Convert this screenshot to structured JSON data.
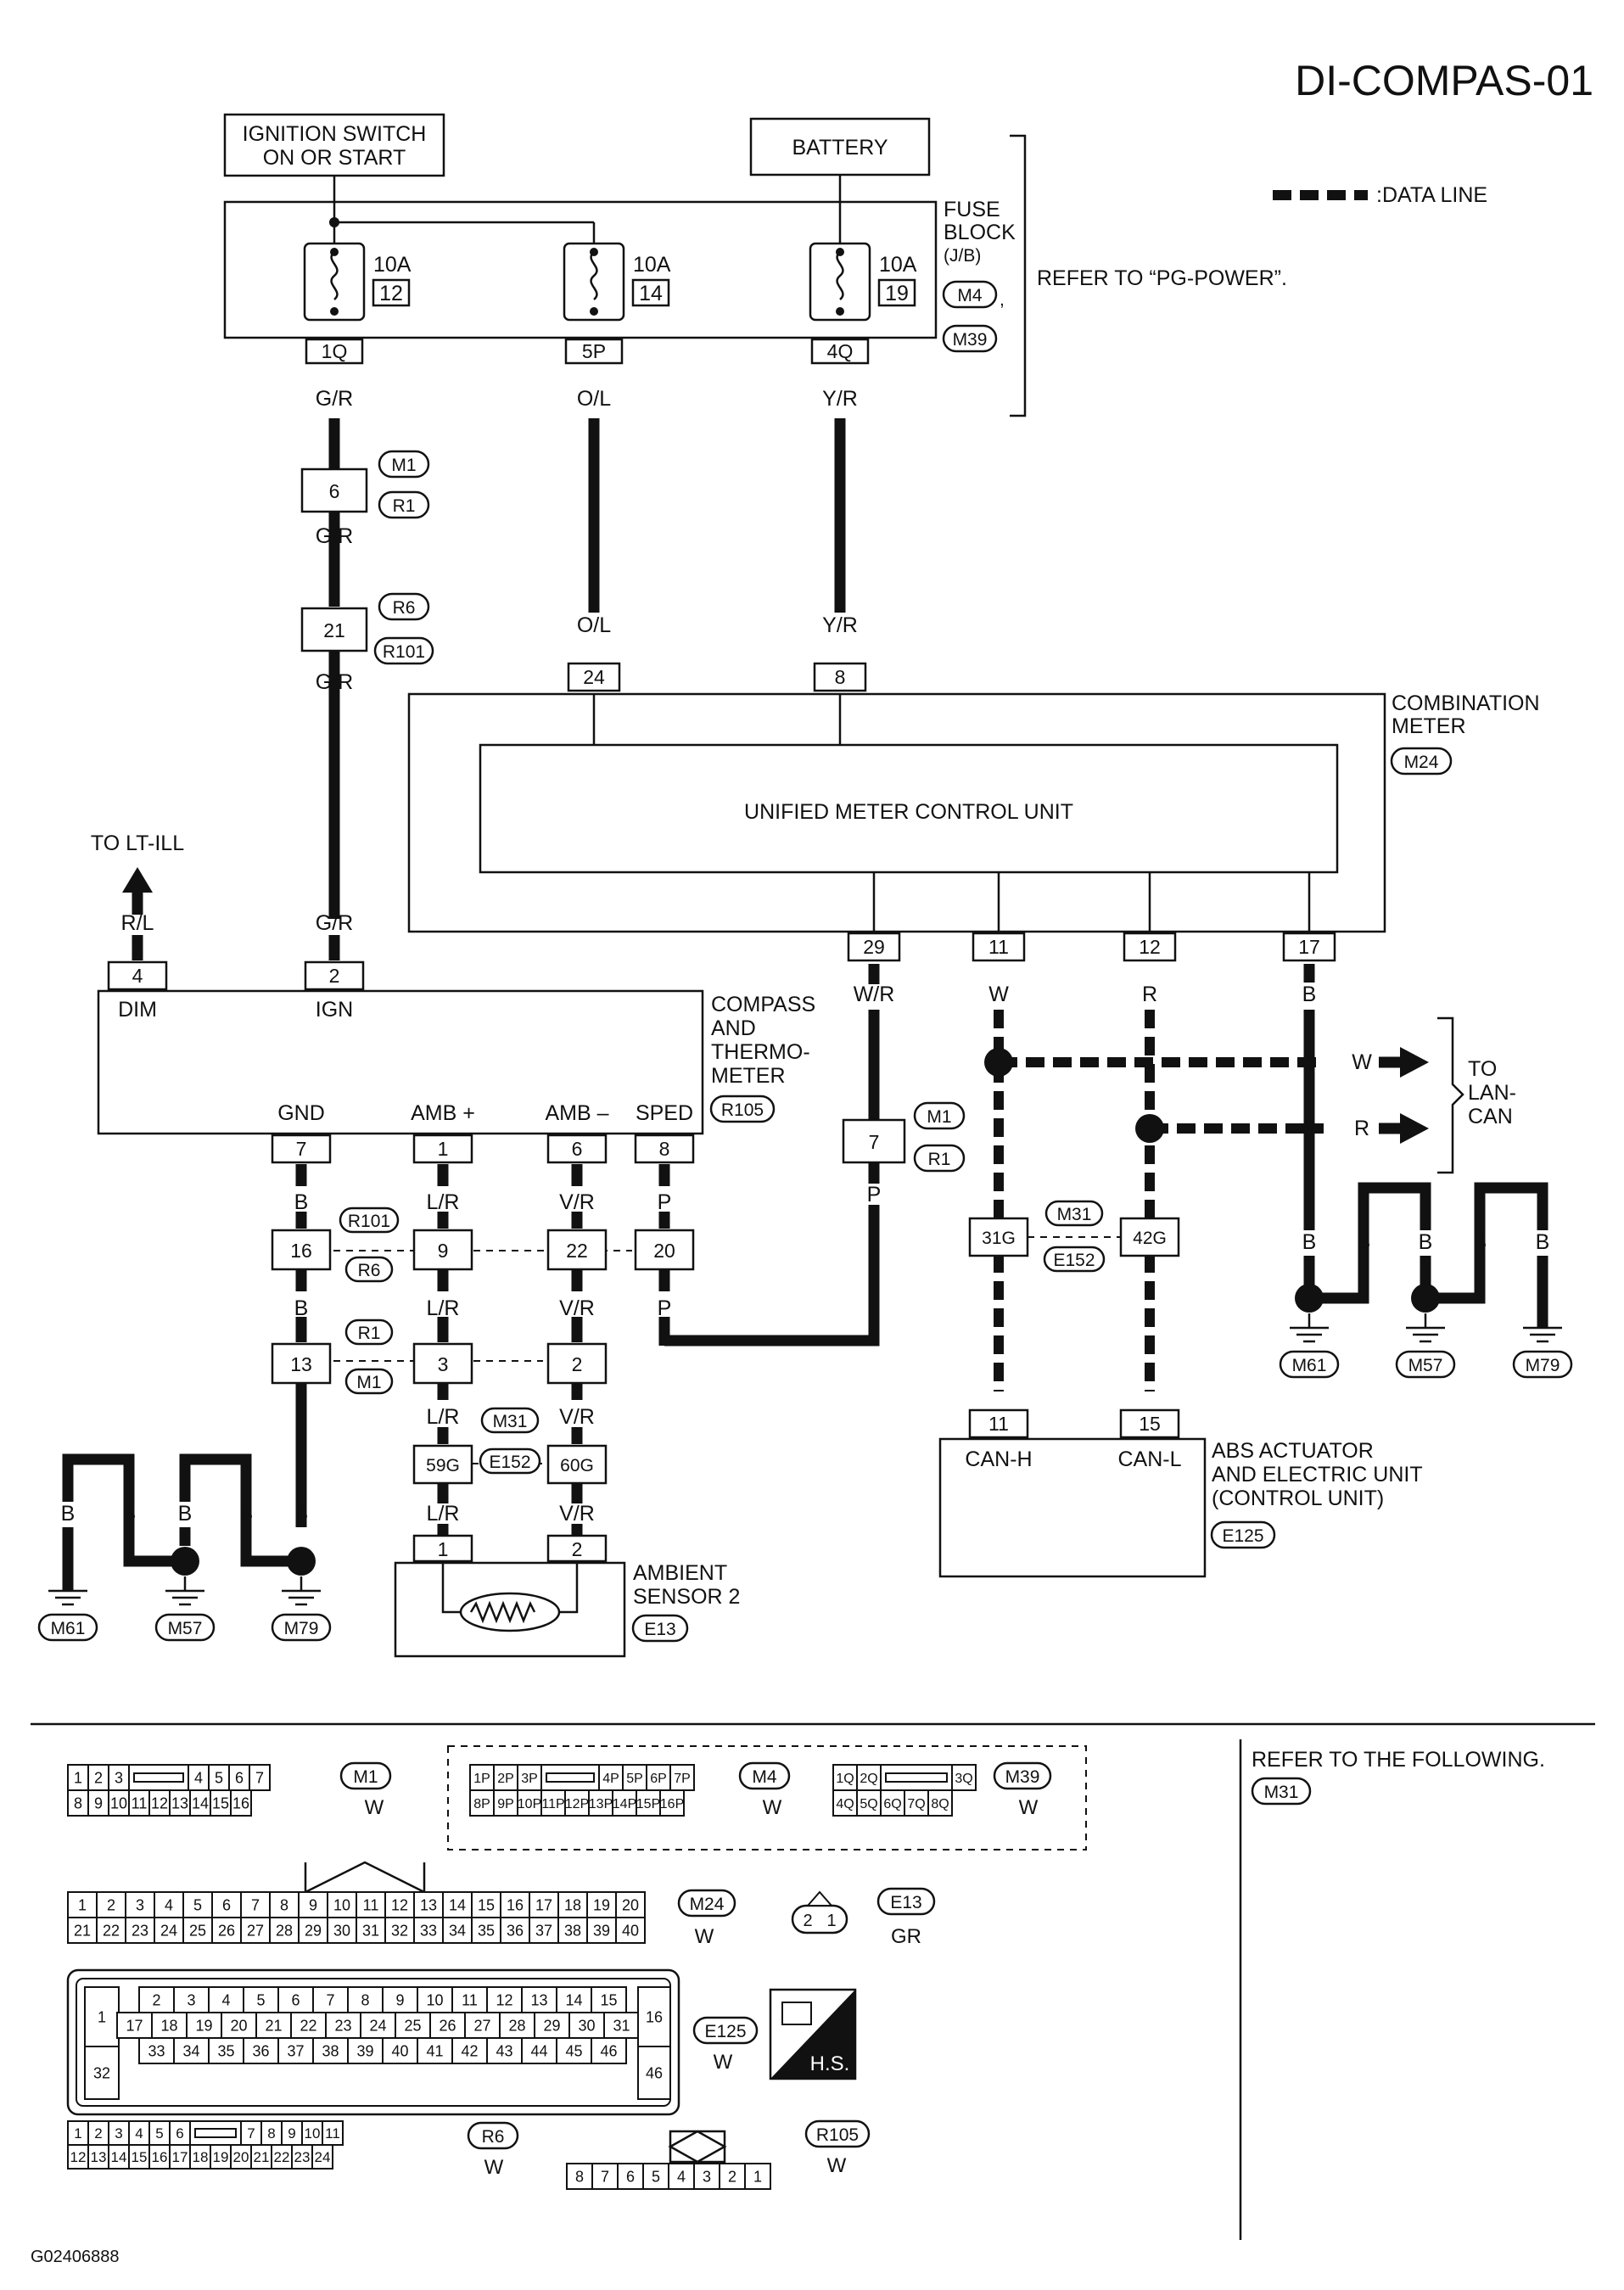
{
  "page_code": "DI-COMPAS-01",
  "figure_id": "G02406888",
  "legend": {
    "data_line": ":DATA LINE"
  },
  "sources": {
    "ignition": [
      "IGNITION SWITCH",
      "ON OR START"
    ],
    "battery": "BATTERY"
  },
  "fuse_block": {
    "label": [
      "FUSE",
      "BLOCK",
      "(J/B)"
    ],
    "refer": "REFER TO “PG-POWER”.",
    "connectors": [
      "M4",
      "M39"
    ],
    "fuses": [
      {
        "amps": "10A",
        "num": "12",
        "pin": "1Q",
        "wire": "G/R"
      },
      {
        "amps": "10A",
        "num": "14",
        "pin": "5P",
        "wire": "O/L"
      },
      {
        "amps": "10A",
        "num": "19",
        "pin": "4Q",
        "wire": "Y/R"
      }
    ]
  },
  "combination_meter": {
    "label": [
      "COMBINATION",
      "METER"
    ],
    "connector": "M24",
    "inner": "UNIFIED METER CONTROL UNIT",
    "top_pins": [
      "24",
      "8"
    ],
    "top_wires": [
      "O/L",
      "Y/R"
    ],
    "bottom_pins": [
      "29",
      "11",
      "12",
      "17"
    ],
    "bottom_wires": [
      "W/R",
      "W",
      "R",
      "B"
    ]
  },
  "compass": {
    "label": [
      "COMPASS",
      "AND",
      "THERMO-",
      "METER"
    ],
    "connector": "R105",
    "top_pins": [
      "4",
      "2"
    ],
    "top_terms": [
      "DIM",
      "IGN"
    ],
    "top_wires": [
      "R/L",
      "G/R"
    ],
    "to_lt_ill": "TO LT-ILL",
    "bottom_terms": [
      "GND",
      "AMB +",
      "AMB –",
      "SPED"
    ],
    "bottom_pins": [
      "7",
      "1",
      "6",
      "8"
    ]
  },
  "ign_path": {
    "joints": [
      {
        "pin": "6",
        "connectors": [
          "M1",
          "R1"
        ]
      },
      {
        "pin": "21",
        "connectors": [
          "R6",
          "R101"
        ]
      }
    ],
    "wires": [
      "G/R",
      "G/R",
      "G/R"
    ]
  },
  "sped_path": {
    "joint_pin": "7",
    "connectors": [
      "M1",
      "R1"
    ],
    "wire_top": "W/R",
    "wire_bottom": "P"
  },
  "harness_rows": [
    {
      "connectors": [
        "R101",
        "R6"
      ],
      "pins": [
        "16",
        "9",
        "22",
        "20"
      ],
      "wires": [
        "B",
        "L/R",
        "V/R",
        "P"
      ]
    },
    {
      "connectors": [
        "R1",
        "M1"
      ],
      "pins": [
        "13",
        "3",
        "2"
      ],
      "wires": [
        "B",
        "L/R",
        "V/R"
      ]
    },
    {
      "connectors": [
        "M31",
        "E152"
      ],
      "pins": [
        "59G",
        "60G"
      ],
      "wires": [
        "L/R",
        "V/R"
      ]
    }
  ],
  "wire_labels_misc": {
    "b": "B",
    "lr": "L/R",
    "vr": "V/R",
    "p": "P",
    "w": "W",
    "r": "R"
  },
  "ambient_sensor": {
    "label": [
      "AMBIENT",
      "SENSOR 2"
    ],
    "connector": "E13",
    "pins": [
      "1",
      "2"
    ]
  },
  "can_joint": {
    "connectors": [
      "M31",
      "E152"
    ],
    "pins": [
      "31G",
      "42G"
    ]
  },
  "to_lan": {
    "label": [
      "TO",
      "LAN-",
      "CAN"
    ],
    "w": "W",
    "r": "R"
  },
  "abs_unit": {
    "label": [
      "ABS ACTUATOR",
      "AND ELECTRIC UNIT",
      "(CONTROL UNIT)"
    ],
    "connector": "E125",
    "pins": [
      "11",
      "15"
    ],
    "terms": [
      "CAN-H",
      "CAN-L"
    ]
  },
  "grounds": [
    "M61",
    "M57",
    "M79"
  ],
  "ground_wire": "B",
  "connector_views": {
    "refer_text": "REFER TO THE FOLLOWING.",
    "refer_conn": "M31",
    "M1": {
      "row1": [
        "1",
        "2",
        "3",
        "",
        "4",
        "5",
        "6",
        "7"
      ],
      "row2": [
        "8",
        "9",
        "10",
        "11",
        "12",
        "13",
        "14",
        "15",
        "16"
      ],
      "color": "W"
    },
    "M4": {
      "row1": [
        "1P",
        "2P",
        "3P",
        "",
        "4P",
        "5P",
        "6P",
        "7P"
      ],
      "row2": [
        "8P",
        "9P",
        "10P",
        "11P",
        "12P",
        "13P",
        "14P",
        "15P",
        "16P"
      ],
      "color": "W"
    },
    "M39": {
      "row1": [
        "1Q",
        "2Q",
        "",
        "3Q"
      ],
      "row2": [
        "4Q",
        "5Q",
        "6Q",
        "7Q",
        "8Q"
      ],
      "color": "W"
    },
    "M24": {
      "row1": [
        "1",
        "2",
        "3",
        "4",
        "5",
        "6",
        "7",
        "8",
        "9",
        "10",
        "11",
        "12",
        "13",
        "14",
        "15",
        "16",
        "17",
        "18",
        "19",
        "20"
      ],
      "row2": [
        "21",
        "22",
        "23",
        "24",
        "25",
        "26",
        "27",
        "28",
        "29",
        "30",
        "31",
        "32",
        "33",
        "34",
        "35",
        "36",
        "37",
        "38",
        "39",
        "40"
      ],
      "color": "W"
    },
    "E13": {
      "pins": [
        "2",
        "1"
      ],
      "color": "GR"
    },
    "E125": {
      "left": [
        "1",
        "32"
      ],
      "row1": [
        "2",
        "3",
        "4",
        "5",
        "6",
        "7",
        "8",
        "9",
        "10",
        "11",
        "12",
        "13",
        "14",
        "15"
      ],
      "row2": [
        "17",
        "18",
        "19",
        "20",
        "21",
        "22",
        "23",
        "24",
        "25",
        "26",
        "27",
        "28",
        "29",
        "30",
        "31"
      ],
      "row3": [
        "33",
        "34",
        "35",
        "36",
        "37",
        "38",
        "39",
        "40",
        "41",
        "42",
        "43",
        "44",
        "45",
        "46"
      ],
      "right": [
        "16",
        "46"
      ],
      "color": "W",
      "hs": "H.S."
    },
    "R6": {
      "row1": [
        "1",
        "2",
        "3",
        "4",
        "5",
        "6",
        "",
        "7",
        "8",
        "9",
        "10",
        "11"
      ],
      "row2": [
        "12",
        "13",
        "14",
        "15",
        "16",
        "17",
        "18",
        "19",
        "20",
        "21",
        "22",
        "23",
        "24"
      ],
      "color": "W"
    },
    "R105": {
      "pins": [
        "8",
        "7",
        "6",
        "5",
        "4",
        "3",
        "2",
        "1"
      ],
      "color": "W"
    }
  }
}
